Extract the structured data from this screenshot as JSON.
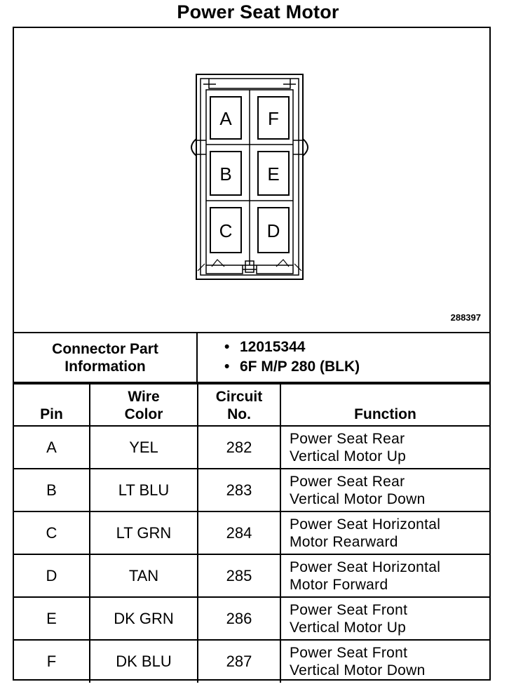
{
  "title": "Power Seat Motor",
  "figure_number": "288397",
  "connector_pins": [
    "A",
    "F",
    "B",
    "E",
    "C",
    "D"
  ],
  "connector_info": {
    "label_line1": "Connector Part",
    "label_line2": "Information",
    "items": [
      "12015344",
      "6F M/P 280 (BLK)"
    ],
    "bullet": "•"
  },
  "table": {
    "headers": {
      "pin": "Pin",
      "wire_color_line1": "Wire",
      "wire_color_line2": "Color",
      "circuit_line1": "Circuit",
      "circuit_line2": "No.",
      "function": "Function"
    },
    "rows": [
      {
        "pin": "A",
        "wire_color": "YEL",
        "circuit": "282",
        "function_line1": "Power Seat Rear",
        "function_line2": "Vertical Motor Up"
      },
      {
        "pin": "B",
        "wire_color": "LT BLU",
        "circuit": "283",
        "function_line1": "Power Seat Rear",
        "function_line2": "Vertical Motor Down"
      },
      {
        "pin": "C",
        "wire_color": "LT GRN",
        "circuit": "284",
        "function_line1": "Power Seat Horizontal",
        "function_line2": "Motor Rearward"
      },
      {
        "pin": "D",
        "wire_color": "TAN",
        "circuit": "285",
        "function_line1": "Power Seat Horizontal",
        "function_line2": "Motor Forward"
      },
      {
        "pin": "E",
        "wire_color": "DK GRN",
        "circuit": "286",
        "function_line1": "Power Seat Front",
        "function_line2": "Vertical Motor Up"
      },
      {
        "pin": "F",
        "wire_color": "DK BLU",
        "circuit": "287",
        "function_line1": "Power Seat Front",
        "function_line2": "Vertical Motor Down"
      }
    ]
  }
}
